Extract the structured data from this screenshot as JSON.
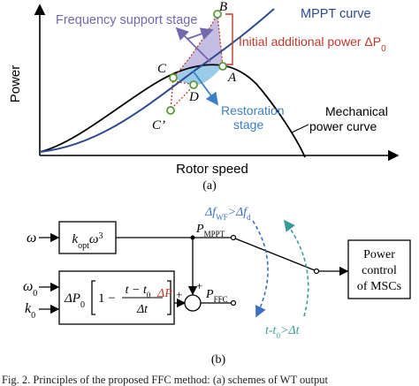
{
  "panel_a": {
    "y_axis_label": "Power",
    "x_axis_label": "Rotor speed",
    "caption": "(a)",
    "legend_mppt": "MPPT curve",
    "mech_curve_line1": "Mechanical",
    "mech_curve_line2": "power curve",
    "freq_stage": "Frequency support stage",
    "initial_power": "Initial additional power ΔP",
    "initial_power_sub": "0",
    "restoration_line1": "Restoration",
    "restoration_line2": "stage",
    "points": {
      "A": "A",
      "B": "B",
      "C": "C",
      "D": "D",
      "C_prime": "C’"
    },
    "colors": {
      "mppt": "#2b4a8f",
      "freq": "#7268b0",
      "initial": "#c0392b",
      "restoration": "#3b7fc4",
      "region_fill": "#b8b3dd",
      "region_fill2": "#8fc6e8",
      "point": "#5a9a3a"
    }
  },
  "panel_b": {
    "omega": "ω",
    "omega0": "ω",
    "omega0_sub": "0",
    "k0": "k",
    "k0_sub": "0",
    "mppt_block": "k",
    "mppt_block_sub": "opt",
    "mppt_block_tail": "ω",
    "mppt_block_sup": "3",
    "p_mppt": "P",
    "p_mppt_sub": "MPPT",
    "p_ffc": "P",
    "p_ffc_sub": "FFC",
    "ffc_dp0": "ΔP",
    "ffc_dp0_sub": "0",
    "ffc_one": "1 −",
    "ffc_num": "t − t",
    "ffc_num_sub": "0",
    "ffc_den": "Δt",
    "delta_p": "ΔP",
    "plus1": "+",
    "plus2": "+",
    "cond_top": "Δf",
    "cond_top_sub1": "WF",
    "cond_top_mid": ">Δf",
    "cond_top_sub2": "d",
    "cond_bottom": "t-t",
    "cond_bottom_sub": "0",
    "cond_bottom_tail": ">Δt",
    "power_box_line1": "Power",
    "power_box_line2": "control",
    "power_box_line3": "of MSCs",
    "caption": "(b)",
    "colors": {
      "delta_p": "#c0392b",
      "cond_top": "#3b6fc4",
      "cond_bottom": "#3a9a9a"
    }
  },
  "footer_text": "Fig. 2.  Principles of the proposed FFC method: (a) schemes of WT output"
}
